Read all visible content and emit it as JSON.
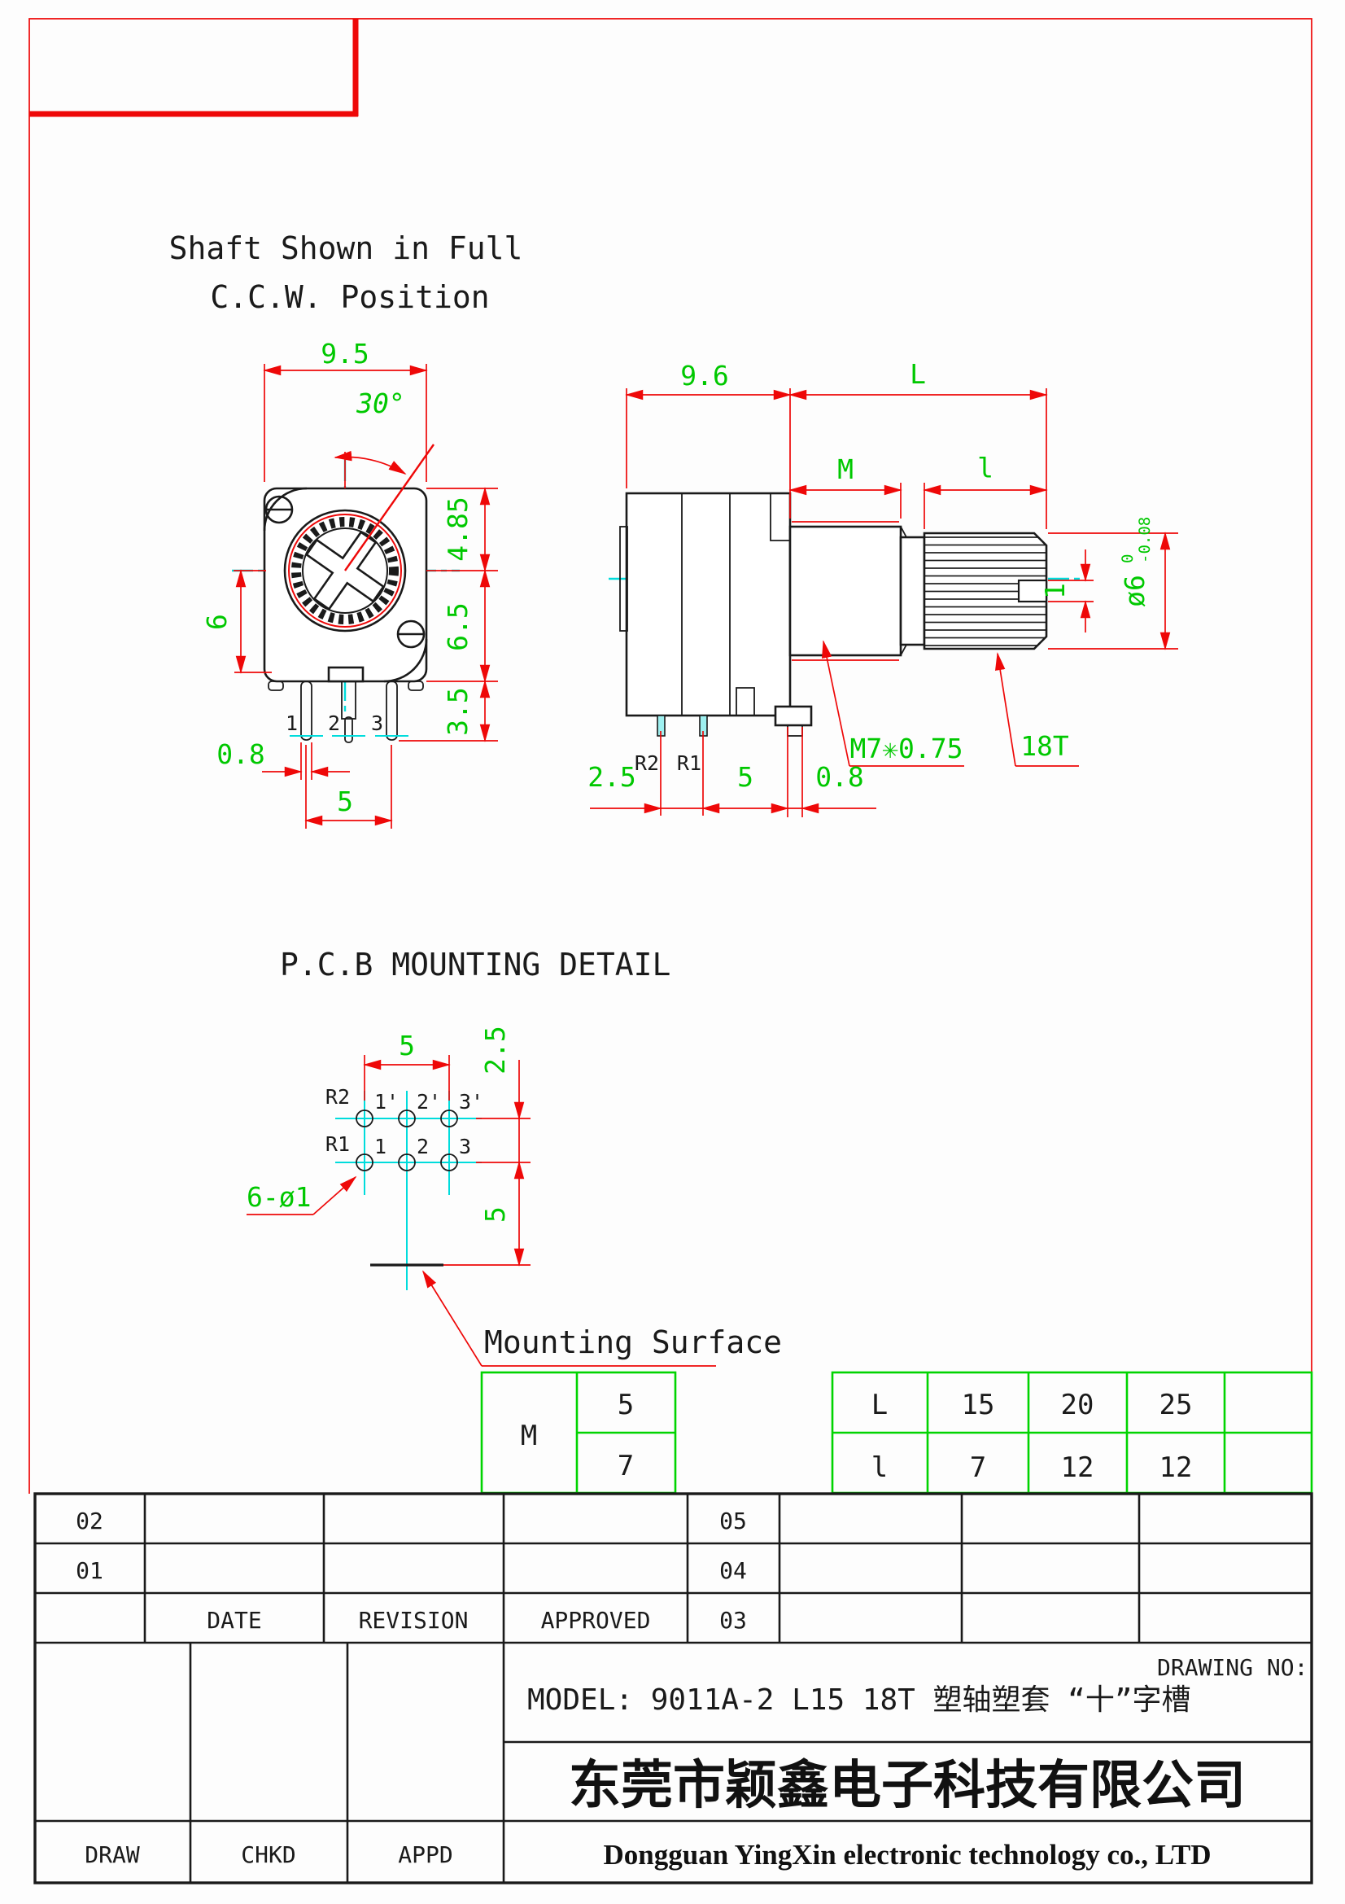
{
  "note": {
    "line1": "Shaft Shown in Full",
    "line2": "C.C.W. Position"
  },
  "front_view": {
    "dim_width": "9.5",
    "dim_angle": "30°",
    "dim_top": "4.85",
    "dim_mid": "6.5",
    "dim_pin_len": "3.5",
    "dim_left": "6",
    "dim_pin_w": "0.8",
    "dim_pin_span": "5",
    "pin1": "1",
    "pin2": "2",
    "pin3": "3"
  },
  "side_view": {
    "dim_body": "9.6",
    "dim_L": "L",
    "dim_M": "M",
    "dim_l": "l",
    "thread_label": "M7✳0.75",
    "teeth_label": "18T",
    "slot_width": "1",
    "shaft_dia": "ø6",
    "tol_hi": "0",
    "tol_lo": "-0.08",
    "dim_p1": "2.5",
    "dim_p2": "5",
    "dim_p3": "0.8",
    "pin_r2": "R2",
    "pin_r1": "R1"
  },
  "pcb": {
    "title": "P.C.B MOUNTING DETAIL",
    "dim_span": "5",
    "dim_row_gap": "2.5",
    "dim_surface_gap": "5",
    "holes_label": "6-ø1",
    "row_label_top": "R2",
    "row_label_bot": "R1",
    "hole_top_1": "1'",
    "hole_top_2": "2'",
    "hole_top_3": "3'",
    "hole_bot_1": "1",
    "hole_bot_2": "2",
    "hole_bot_3": "3",
    "surface_label": "Mounting Surface"
  },
  "tables": {
    "m": {
      "header": "M",
      "v1": "5",
      "v2": "7"
    },
    "l": {
      "rows": [
        [
          "L",
          "15",
          "20",
          "25",
          ""
        ],
        [
          "l",
          "7",
          "12",
          "12",
          ""
        ]
      ]
    }
  },
  "title_block": {
    "rev1_no": "02",
    "rev2_no": "01",
    "right1_no": "05",
    "right2_no": "04",
    "right3_no": "03",
    "date": "DATE",
    "revision": "REVISION",
    "approved": "APPROVED",
    "draw": "DRAW",
    "chkd": "CHKD",
    "appd": "APPD",
    "model_line": "MODEL: 9011A-2 L15 18T 塑轴塑套   “十”字槽",
    "drawing_no": "DRAWING NO:",
    "company_cn": "东莞市颖鑫电子科技有限公司",
    "company_en": "Dongguan YingXin electronic technology co., LTD"
  }
}
